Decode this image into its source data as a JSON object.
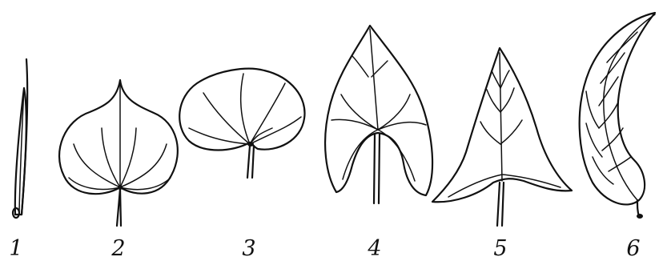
{
  "figure": {
    "labels": [
      "1",
      "2",
      "3",
      "4",
      "5",
      "6"
    ],
    "ink_color": "#111111",
    "background_color": "#ffffff"
  }
}
